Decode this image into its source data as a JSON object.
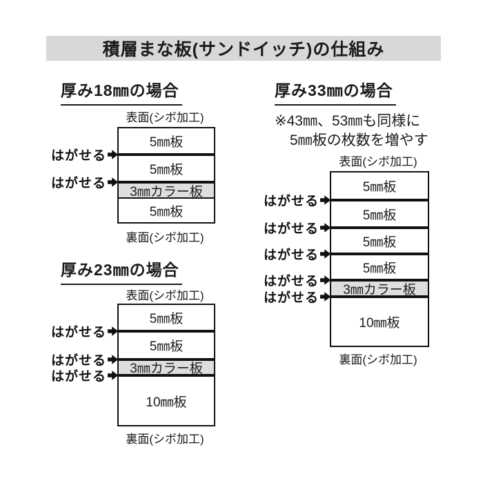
{
  "banner": {
    "title": "積層まな板(サンドイッチ)の仕組み",
    "bg": "#d8d8d8"
  },
  "labels": {
    "peel": "はがせる",
    "peel_arrow_icon": "solid-right-arrow"
  },
  "colors": {
    "banner_bg": "#d8d8d8",
    "color_board_bg": "#dedede",
    "line": "#111111",
    "text": "#1b1b1b"
  },
  "diagrams": [
    {
      "id": "case-18mm",
      "heading": "厚み18㎜の場合",
      "total_mm": 18,
      "notes": [],
      "surface_label": "表面(シボ加工)",
      "back_label": "裏面(シボ加工)",
      "layers": [
        {
          "label": "5㎜板",
          "thickness_mm": 5,
          "h": 36,
          "gray": false,
          "divider_above": "none",
          "peel_above": false
        },
        {
          "label": "5㎜板",
          "thickness_mm": 5,
          "h": 40,
          "gray": false,
          "divider_above": "thick",
          "peel_above": true
        },
        {
          "label": "3㎜カラー板",
          "thickness_mm": 3,
          "h": 24,
          "gray": true,
          "divider_above": "thick",
          "peel_above": true
        },
        {
          "label": "5㎜板",
          "thickness_mm": 5,
          "h": 36,
          "gray": false,
          "divider_above": "thin",
          "peel_above": false
        }
      ]
    },
    {
      "id": "case-23mm",
      "heading": "厚み23㎜の場合",
      "total_mm": 23,
      "notes": [],
      "surface_label": "表面(シボ加工)",
      "back_label": "裏面(シボ加工)",
      "layers": [
        {
          "label": "5㎜板",
          "thickness_mm": 5,
          "h": 36,
          "gray": false,
          "divider_above": "none",
          "peel_above": false
        },
        {
          "label": "5㎜板",
          "thickness_mm": 5,
          "h": 41,
          "gray": false,
          "divider_above": "thick",
          "peel_above": true
        },
        {
          "label": "3㎜カラー板",
          "thickness_mm": 3,
          "h": 23,
          "gray": true,
          "divider_above": "thick",
          "peel_above": true
        },
        {
          "label": "10㎜板",
          "thickness_mm": 10,
          "h": 74,
          "gray": false,
          "divider_above": "thick",
          "peel_above": true
        }
      ]
    },
    {
      "id": "case-33mm",
      "heading": "厚み33㎜の場合",
      "total_mm": 33,
      "notes": [
        "※43㎜、53㎜も同様に",
        "5㎜板の枚数を増やす"
      ],
      "surface_label": "表面(シボ加工)",
      "back_label": "裏面(シボ加工)",
      "layers": [
        {
          "label": "5㎜板",
          "thickness_mm": 5,
          "h": 38,
          "gray": false,
          "divider_above": "none",
          "peel_above": false
        },
        {
          "label": "5㎜板",
          "thickness_mm": 5,
          "h": 40,
          "gray": false,
          "divider_above": "thick",
          "peel_above": true
        },
        {
          "label": "5㎜板",
          "thickness_mm": 5,
          "h": 38,
          "gray": false,
          "divider_above": "thick",
          "peel_above": true
        },
        {
          "label": "5㎜板",
          "thickness_mm": 5,
          "h": 38,
          "gray": false,
          "divider_above": "thick",
          "peel_above": true
        },
        {
          "label": "3㎜カラー板",
          "thickness_mm": 3,
          "h": 24,
          "gray": true,
          "divider_above": "thick",
          "peel_above": true
        },
        {
          "label": "10㎜板",
          "thickness_mm": 10,
          "h": 73,
          "gray": false,
          "divider_above": "thick",
          "peel_above": true
        }
      ]
    }
  ]
}
